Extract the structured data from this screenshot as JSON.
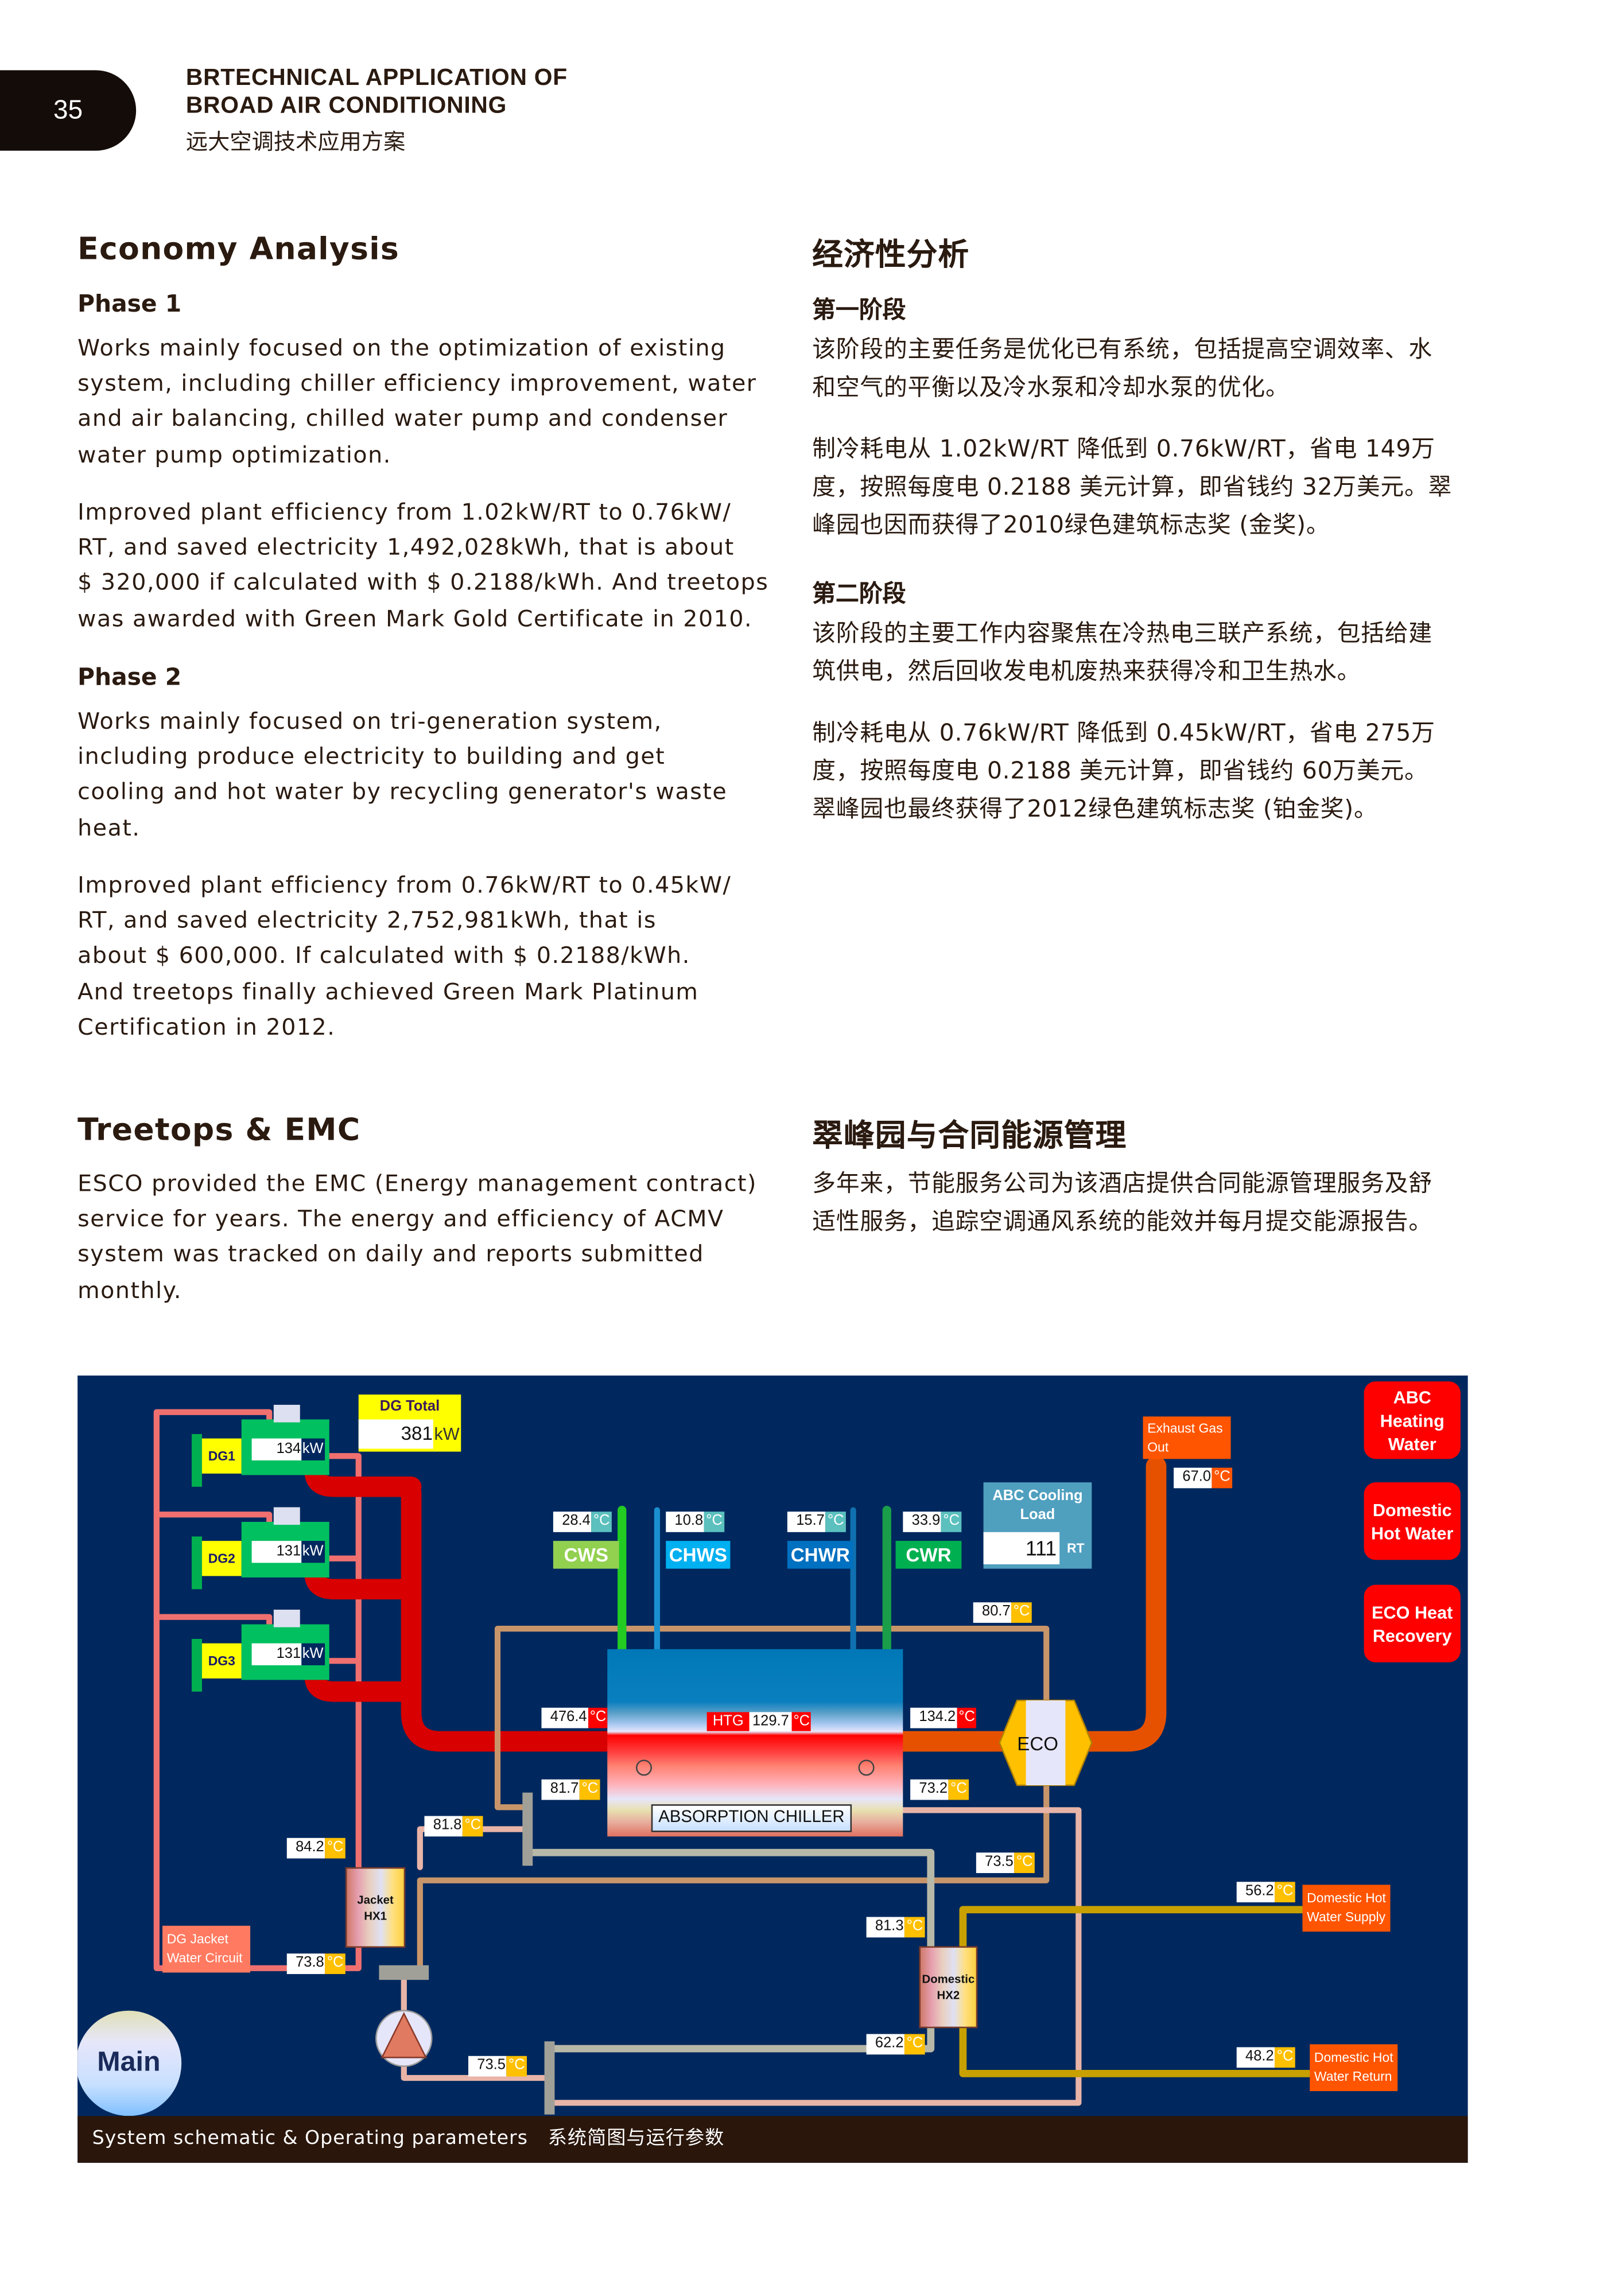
{
  "header": {
    "page_number": "35",
    "title_line1": "BRTECHNICAL APPLICATION OF",
    "title_line2": "BROAD AIR CONDITIONING",
    "title_cn": "远大空调技术应用方案"
  },
  "economy": {
    "heading_en": "Economy Analysis",
    "heading_cn": "经济性分析",
    "phase1_en": "Phase 1",
    "phase1_cn": "第一阶段",
    "phase1_p1_en": [
      "Works mainly focused on the optimization of existing",
      "system, including chiller efficiency improvement, water",
      "and air balancing, chilled water pump and condenser",
      "water pump optimization."
    ],
    "phase1_p2_en": [
      "Improved plant efficiency from 1.02kW/RT to 0.76kW/",
      "RT, and saved electricity 1,492,028kWh, that is about",
      " $ 320,000 if calculated with $ 0.2188/kWh. And treetops",
      "was awarded with Green Mark Gold Certificate in 2010."
    ],
    "phase1_p1_cn": [
      "该阶段的主要任务是优化已有系统，包括提高空调效率、水",
      "和空气的平衡以及冷水泵和冷却水泵的优化。"
    ],
    "phase1_p2_cn": [
      "制冷耗电从 1.02kW/RT 降低到 0.76kW/RT，省电 149万",
      "度，按照每度电 0.2188 美元计算，即省钱约 32万美元。翠",
      "峰园也因而获得了2010绿色建筑标志奖 (金奖)。"
    ],
    "phase2_en": "Phase 2",
    "phase2_cn": "第二阶段",
    "phase2_p1_en": [
      "Works mainly focused on tri-generation system,",
      "including produce electricity to building and get",
      "cooling and hot water by recycling generator's waste",
      "heat."
    ],
    "phase2_p2_en": [
      "Improved plant efficiency from 0.76kW/RT to 0.45kW/",
      "RT, and saved electricity 2,752,981kWh, that is",
      "about $ 600,000. If calculated with $ 0.2188/kWh.",
      "And treetops finally achieved Green Mark Platinum",
      "Certification in 2012."
    ],
    "phase2_p1_cn": [
      "该阶段的主要工作内容聚焦在冷热电三联产系统，包括给建",
      "筑供电，然后回收发电机废热来获得冷和卫生热水。"
    ],
    "phase2_p2_cn": [
      "制冷耗电从 0.76kW/RT 降低到 0.45kW/RT，省电 275万",
      "度，按照每度电 0.2188 美元计算，即省钱约 60万美元。",
      "翠峰园也最终获得了2012绿色建筑标志奖 (铂金奖)。"
    ]
  },
  "emc": {
    "heading_en": "Treetops & EMC",
    "heading_cn": "翠峰园与合同能源管理",
    "p_en": [
      "ESCO provided the EMC (Energy management contract)",
      "service for years. The energy and efficiency of ACMV",
      "system was tracked on daily and reports submitted",
      "monthly."
    ],
    "p_cn": [
      "多年来，节能服务公司为该酒店提供合同能源管理服务及舒",
      "适性服务，追踪空调通风系统的能效并每月提交能源报告。"
    ]
  },
  "schematic": {
    "unit_c": "°C",
    "unit_kw": "kW",
    "dg_total_label": "DG Total",
    "dg_total_value": "381",
    "generators": [
      {
        "label": "DG1",
        "kw": "134"
      },
      {
        "label": "DG2",
        "kw": "131"
      },
      {
        "label": "DG3",
        "kw": "131"
      }
    ],
    "cws": {
      "label": "CWS",
      "temp": "28.4"
    },
    "chws": {
      "label": "CHWS",
      "temp": "10.8"
    },
    "chwr": {
      "label": "CHWR",
      "temp": "15.7"
    },
    "cwr": {
      "label": "CWR",
      "temp": "33.9"
    },
    "cooling_load_title": "ABC Cooling Load",
    "cooling_load_value": "111",
    "cooling_load_unit": "RT",
    "exhaust_label": "Exhaust Gas Out",
    "exhaust_temp": "67.0",
    "htg_label": "HTG",
    "htg_temp": "129.7",
    "chiller_label": "ABSORPTION CHILLER",
    "eco_label": "ECO",
    "temps": {
      "exhaust_in": "476.4",
      "exhaust_out": "134.2",
      "hw_in": "81.7",
      "hw_out": "73.2",
      "eco_out": "80.7",
      "hx1_out": "81.8",
      "jacket_in": "84.2",
      "jacket_out": "73.8",
      "pump_return": "73.5",
      "eco_in": "73.5",
      "hx2_in": "81.3",
      "hx2_out": "62.2",
      "dhw_supply": "56.2",
      "dhw_return": "48.2"
    },
    "jacket_hx_label": "Jacket HX1",
    "domestic_hx_label": "Domestic HX2",
    "dg_jacket_label": "DG Jacket Water Circuit",
    "dhw_supply_label": "Domestic Hot Water Supply",
    "dhw_return_label": "Domestic Hot Water Return",
    "main_button": "Main",
    "nav_buttons": [
      "ABC Heating Water",
      "Domestic Hot Water",
      "ECO Heat Recovery"
    ],
    "caption_en": "System schematic & Operating parameters",
    "caption_cn": "系统简图与运行参数"
  },
  "colors": {
    "background": "#00285e",
    "caption_bar": "#2a160b",
    "nav_red": "#ff0000",
    "orange": "#ff5500"
  }
}
